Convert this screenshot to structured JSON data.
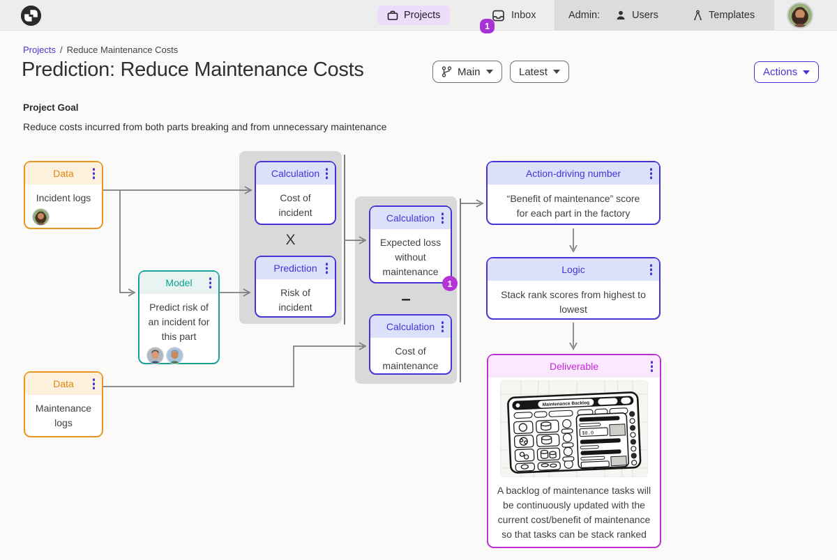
{
  "nav": {
    "projects_label": "Projects",
    "inbox_label": "Inbox",
    "inbox_badge": "1",
    "admin_label": "Admin:",
    "users_label": "Users",
    "templates_label": "Templates"
  },
  "header": {
    "breadcrumb": {
      "link": "Projects",
      "separator": "/",
      "current": "Reduce Maintenance Costs"
    },
    "title": "Prediction: Reduce Maintenance Costs",
    "branch_button": "Main",
    "version_button": "Latest",
    "actions_button": "Actions"
  },
  "goal": {
    "label": "Project Goal",
    "text": "Reduce costs incurred from both parts breaking and from unnecessary maintenance"
  },
  "diagram": {
    "operators": {
      "multiply": "X",
      "minus": "–"
    },
    "badge": "1",
    "cards": {
      "incident_logs": {
        "type": "Data",
        "body": "Incident logs"
      },
      "model": {
        "type": "Model",
        "body": "Predict risk of an incident for this part"
      },
      "cost_of_incident": {
        "type": "Calculation",
        "body": "Cost of incident"
      },
      "risk_of_incident": {
        "type": "Prediction",
        "body": "Risk of incident"
      },
      "expected_loss": {
        "type": "Calculation",
        "body": "Expected loss without maintenance"
      },
      "cost_of_maintenance": {
        "type": "Calculation",
        "body": "Cost of maintenance"
      },
      "maintenance_logs": {
        "type": "Data",
        "body": "Maintenance logs"
      },
      "action_driving": {
        "type": "Action-driving number",
        "body": "“Benefit of maintenance” score for each part in the factory"
      },
      "logic": {
        "type": "Logic",
        "body": "Stack rank scores from highest to lowest"
      },
      "deliverable": {
        "type": "Deliverable",
        "image_label": "Maintenance Backlog",
        "body": "A backlog of maintenance tasks will be continuously updated with the current cost/benefit of maintenance so that tasks can be stack ranked"
      }
    }
  },
  "colors": {
    "data_accent": "#e8941f",
    "model_accent": "#16a396",
    "logic_accent": "#4433d6",
    "deliverable_accent": "#bf2ed4",
    "badge": "#a832d8",
    "group_background": "#d9d9d9"
  }
}
